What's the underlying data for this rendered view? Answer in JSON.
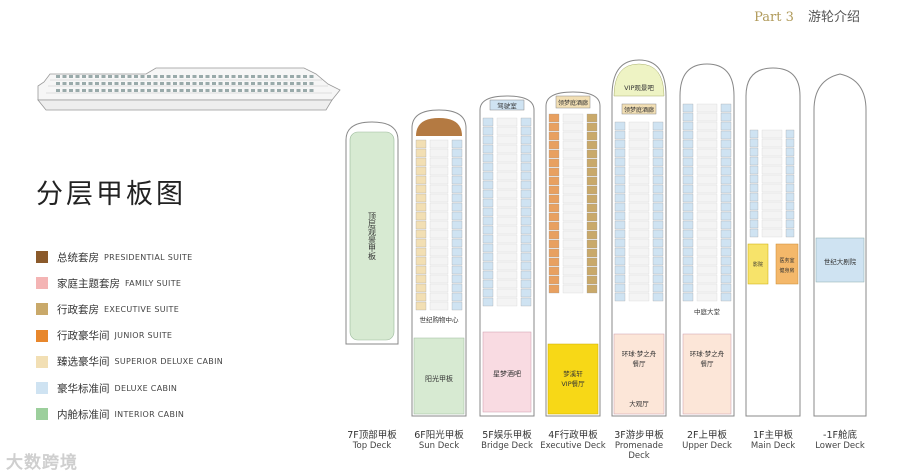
{
  "header": {
    "part": "Part 3",
    "title": "游轮介绍"
  },
  "main_title": "分层甲板图",
  "legend": [
    {
      "cn": "总统套房",
      "en": "PRESIDENTIAL SUITE",
      "color": "#8b5a2b"
    },
    {
      "cn": "家庭主题套房",
      "en": "FAMILY SUITE",
      "color": "#f4b4b4"
    },
    {
      "cn": "行政套房",
      "en": "EXECUTIVE SUITE",
      "color": "#c9a96a"
    },
    {
      "cn": "行政豪华间",
      "en": "JUNIOR SUITE",
      "color": "#e8872c"
    },
    {
      "cn": "臻选豪华间",
      "en": "SUPERIOR DELUXE CABIN",
      "color": "#f2dfb4"
    },
    {
      "cn": "豪华标准间",
      "en": "DELUXE CABIN",
      "color": "#cfe3f2"
    },
    {
      "cn": "内舱标准间",
      "en": "INTERIOR CABIN",
      "color": "#9ccf9c"
    }
  ],
  "decks": [
    {
      "cn": "7F顶部甲板",
      "en": "Top Deck",
      "inner": [
        "顶层观景甲板"
      ]
    },
    {
      "cn": "6F阳光甲板",
      "en": "Sun Deck",
      "inner": [
        "世纪购物中心",
        "阳光甲板"
      ]
    },
    {
      "cn": "5F娱乐甲板",
      "en": "Bridge Deck",
      "inner": [
        "驾驶室",
        "星梦酒吧"
      ]
    },
    {
      "cn": "4F行政甲板",
      "en": "Executive Deck",
      "inner": [
        "领梦庭酒廊",
        "梦溪轩",
        "VIP餐厅"
      ]
    },
    {
      "cn": "3F游步甲板",
      "en": "Promenade Deck",
      "inner": [
        "VIP观景吧",
        "领梦庭酒廊",
        "环球·梦之舟",
        "餐厅",
        "大观厅"
      ]
    },
    {
      "cn": "2F上甲板",
      "en": "Upper Deck",
      "inner": [
        "中庭大堂",
        "环球·梦之舟",
        "餐厅"
      ]
    },
    {
      "cn": "1F主甲板",
      "en": "Main Deck",
      "inner": [
        "影院",
        "医务室",
        "健身房"
      ]
    },
    {
      "cn": "-1F舱底",
      "en": "Lower Deck",
      "inner": [
        "世纪大剧院"
      ]
    }
  ],
  "watermark": "大数跨境"
}
